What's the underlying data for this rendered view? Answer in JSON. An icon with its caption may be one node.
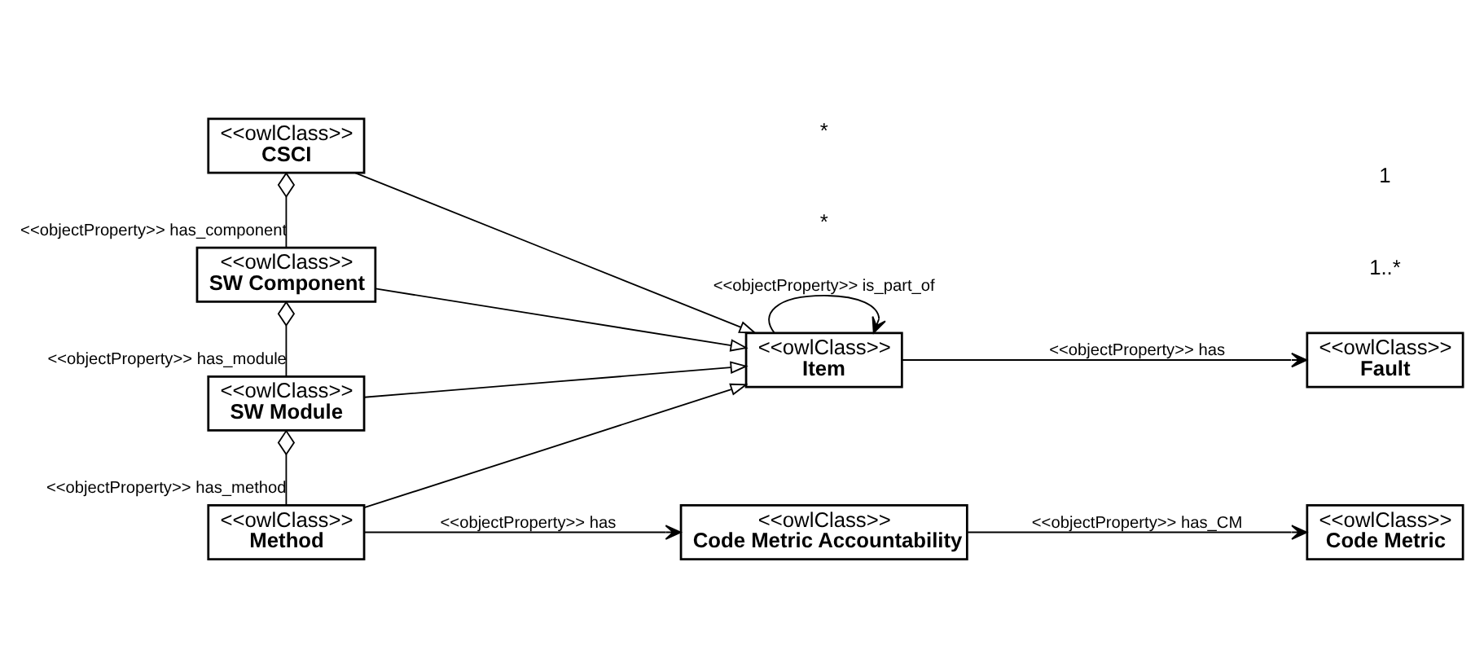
{
  "diagram": {
    "nodes": [
      {
        "text": [
          "<<owlClass>>",
          "CSCI"
        ]
      },
      {
        "text": [
          "<<owlClass>>",
          "SW Component"
        ]
      },
      {
        "text": [
          "<<owlClass>>",
          "SW Module"
        ]
      },
      {
        "text": [
          "<<owlClass>>",
          "Method"
        ]
      },
      {
        "text": [
          "<<owlClass>>",
          "Item"
        ]
      },
      {
        "text": [
          "<<owlClass>>",
          "Fault"
        ]
      },
      {
        "text": [
          "<<owlClass>>",
          "Code Metric Accountability"
        ]
      },
      {
        "text": [
          "<<owlClass>>",
          "Code Metric"
        ]
      }
    ],
    "edges": [
      {
        "from": 0,
        "to": 1,
        "arrow": "other",
        "label": "<<objectProperty>> has_component"
      },
      {
        "from": 1,
        "to": 2,
        "arrow": "other",
        "label": "<<objectProperty>> has_module"
      },
      {
        "from": 2,
        "to": 3,
        "arrow": "other",
        "label": "<<objectProperty>> has_method"
      },
      {
        "from": 0,
        "to": 4,
        "arrow": "to"
      },
      {
        "from": 1,
        "to": 4,
        "arrow": "to"
      },
      {
        "from": 2,
        "to": 4,
        "arrow": "to"
      },
      {
        "from": 3,
        "to": 4,
        "arrow": "to"
      },
      {
        "from": 4,
        "to": 4,
        "arrow": "to",
        "label": "<<objectProperty>> is_part_of"
      },
      {
        "from": 4,
        "to": 5,
        "arrow": "to",
        "label": "<<objectProperty>> has"
      },
      {
        "from": 3,
        "to": 6,
        "arrow": "to",
        "label": "<<objectProperty>> has"
      },
      {
        "from": 6,
        "to": 7,
        "arrow": "to",
        "label": "<<objectProperty>> has_CM"
      }
    ],
    "labels": [
      "*",
      "1..*",
      "*",
      "1"
    ]
  }
}
